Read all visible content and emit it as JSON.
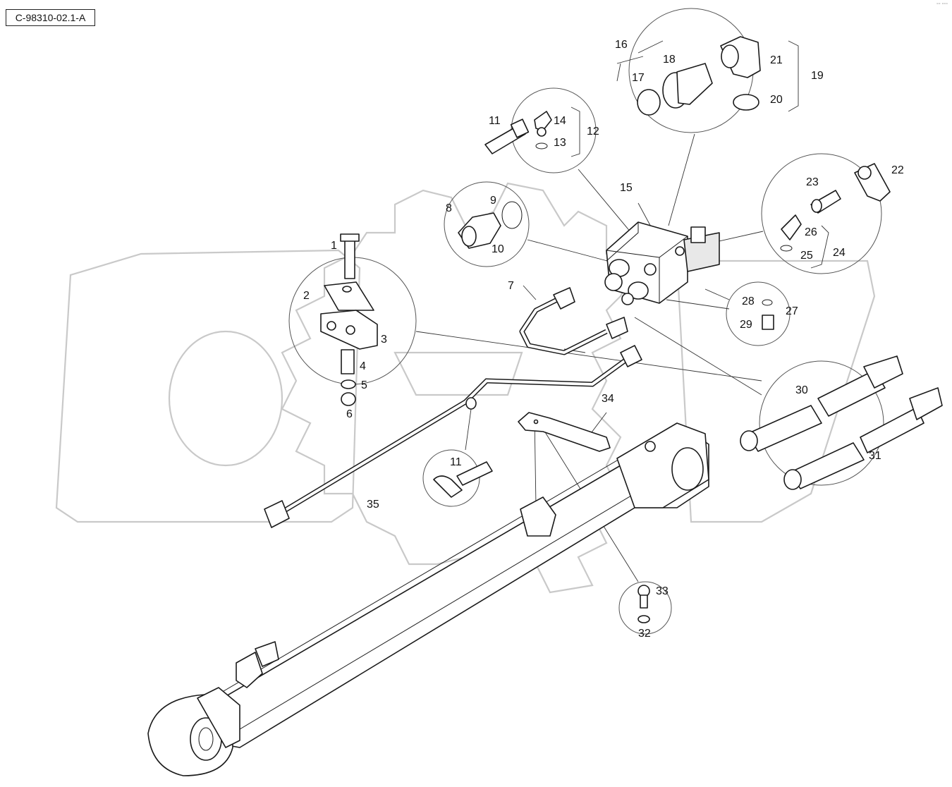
{
  "doc_ref": "C-98310-02.1-A",
  "corner_mark": "°° °°°",
  "callouts": [
    {
      "id": "1",
      "text": "1"
    },
    {
      "id": "2",
      "text": "2"
    },
    {
      "id": "3",
      "text": "3"
    },
    {
      "id": "4",
      "text": "4"
    },
    {
      "id": "5",
      "text": "5"
    },
    {
      "id": "6",
      "text": "6"
    },
    {
      "id": "7",
      "text": "7"
    },
    {
      "id": "8",
      "text": "8"
    },
    {
      "id": "9",
      "text": "9"
    },
    {
      "id": "10",
      "text": "10"
    },
    {
      "id": "11a",
      "text": "11"
    },
    {
      "id": "11b",
      "text": "11"
    },
    {
      "id": "12",
      "text": "12"
    },
    {
      "id": "13",
      "text": "13"
    },
    {
      "id": "14",
      "text": "14"
    },
    {
      "id": "15",
      "text": "15"
    },
    {
      "id": "16",
      "text": "16"
    },
    {
      "id": "17",
      "text": "17"
    },
    {
      "id": "18",
      "text": "18"
    },
    {
      "id": "19",
      "text": "19"
    },
    {
      "id": "20",
      "text": "20"
    },
    {
      "id": "21",
      "text": "21"
    },
    {
      "id": "22",
      "text": "22"
    },
    {
      "id": "23",
      "text": "23"
    },
    {
      "id": "24",
      "text": "24"
    },
    {
      "id": "25",
      "text": "25"
    },
    {
      "id": "26",
      "text": "26"
    },
    {
      "id": "27",
      "text": "27"
    },
    {
      "id": "28",
      "text": "28"
    },
    {
      "id": "29",
      "text": "29"
    },
    {
      "id": "30",
      "text": "30"
    },
    {
      "id": "31",
      "text": "31"
    },
    {
      "id": "32",
      "text": "32"
    },
    {
      "id": "33",
      "text": "33"
    },
    {
      "id": "34",
      "text": "34"
    },
    {
      "id": "35",
      "text": "35"
    }
  ],
  "colors": {
    "line": "#1a1a1a",
    "watermark": "#c9c9c9",
    "background": "#ffffff"
  }
}
